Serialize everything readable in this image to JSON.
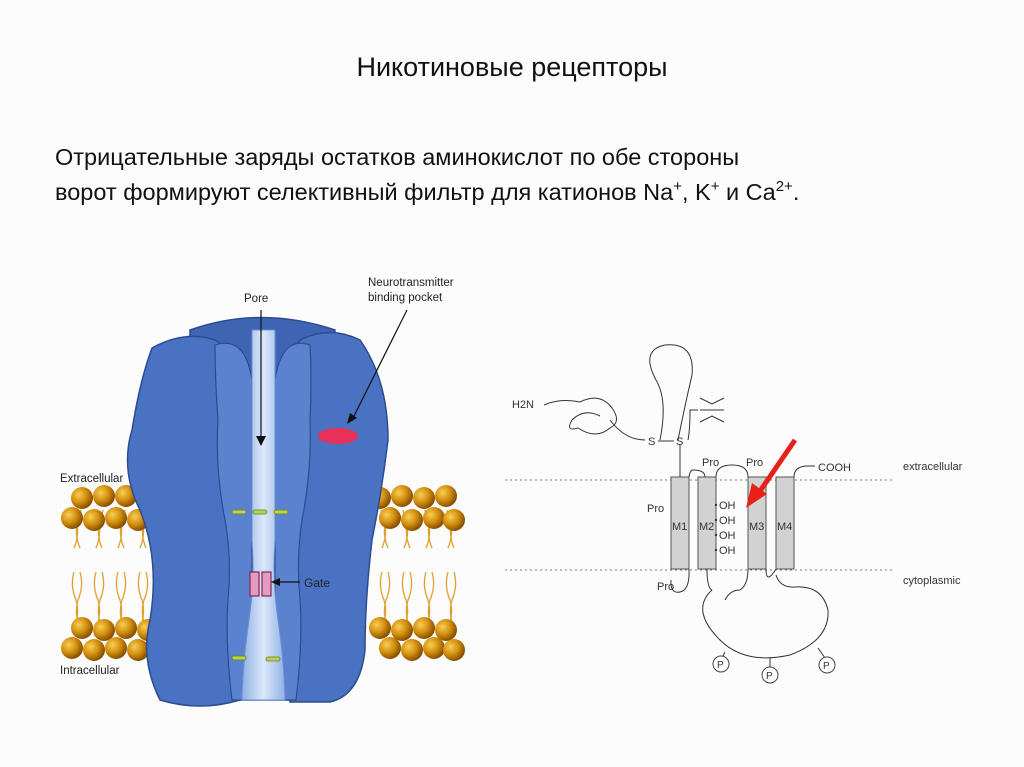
{
  "title": "Никотиновые рецепторы",
  "body": {
    "line1": "Отрицательные заряды остатков аминокислот по обе стороны",
    "line2_a": "ворот формируют селективный фильтр для катионов Na",
    "sup_plus": "+",
    "comma": ", K",
    "and": " и Ca",
    "sup_ca": "2+",
    "end": "."
  },
  "left_diagram": {
    "pore": "Pore",
    "pocket_line1": "Neurotransmitter",
    "pocket_line2": "binding pocket",
    "extracellular": "Extracellular",
    "intracellular": "Intracellular",
    "gate": "Gate",
    "colors": {
      "protein": "#4a72c2",
      "protein_dark": "#33549a",
      "lipid_head": "#d4900f",
      "binding_site": "#e8305a",
      "gate": "#e69ac0"
    }
  },
  "right_diagram": {
    "h2n": "H2N",
    "ss_left": "S",
    "ss_right": "S",
    "pro_top_left": "Pro",
    "pro_top_right": "Pro",
    "pro_m1_left": "Pro",
    "pro_bottom": "Pro",
    "cooh": "COOH",
    "extracellular": "extracellular",
    "cytoplasmic": "cytoplasmic",
    "m1": "M1",
    "m2": "M2",
    "m3": "M3",
    "m4": "M4",
    "oh": [
      "OH",
      "OH",
      "OH",
      "OH"
    ],
    "p": [
      "P",
      "P",
      "P"
    ],
    "colors": {
      "helix": "#d2d2d2",
      "arrow": "#e8201a"
    }
  }
}
